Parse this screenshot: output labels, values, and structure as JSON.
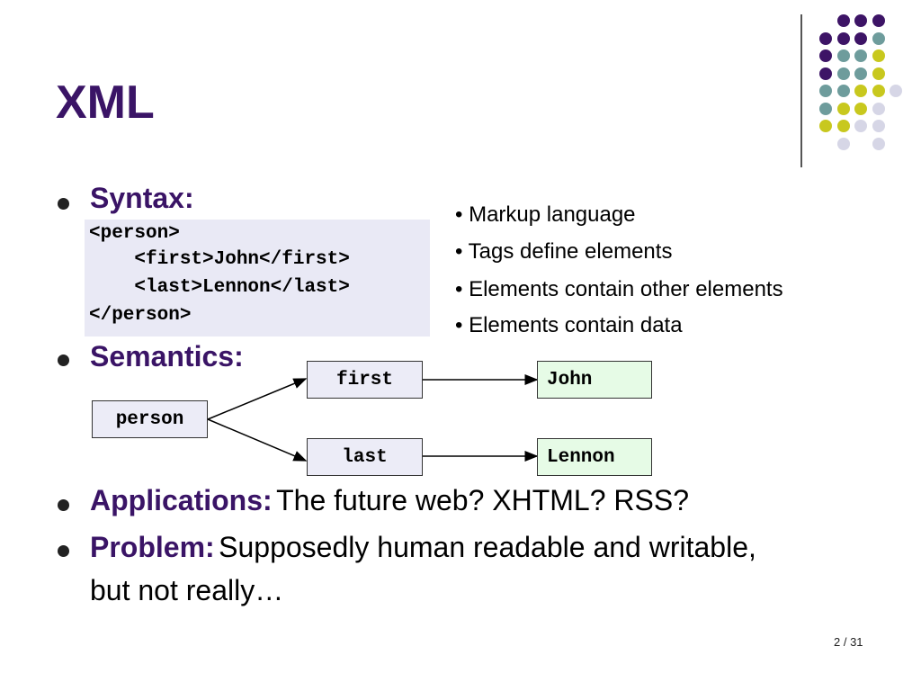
{
  "slide": {
    "title": "XML",
    "page_number": "2 / 31"
  },
  "syntax": {
    "label": "Syntax:",
    "code_lines": [
      "<person>",
      "    <first>John</first>",
      "    <last>Lennon</last>",
      "</person>"
    ]
  },
  "features": [
    "• Markup language",
    "• Tags define elements",
    "• Elements contain other elements",
    "• Elements contain data"
  ],
  "semantics": {
    "label": "Semantics:",
    "nodes": {
      "person": "person",
      "first": "first",
      "last": "last",
      "john": "John",
      "lennon": "Lennon"
    }
  },
  "applications": {
    "label": "Applications:",
    "text": "The future web? XHTML? RSS?"
  },
  "problem": {
    "label": "Problem:",
    "text_line1": "Supposedly human readable and writable,",
    "text_line2": "but not really…"
  },
  "colors": {
    "title": "#3a1466",
    "dot_purple": "#3d1466",
    "dot_teal": "#6e9c9c",
    "dot_yellow": "#c8c81e",
    "dot_lavender": "#d6d6e6",
    "code_bg": "#e9e9f5",
    "value_node_bg": "#e6fbe6"
  }
}
